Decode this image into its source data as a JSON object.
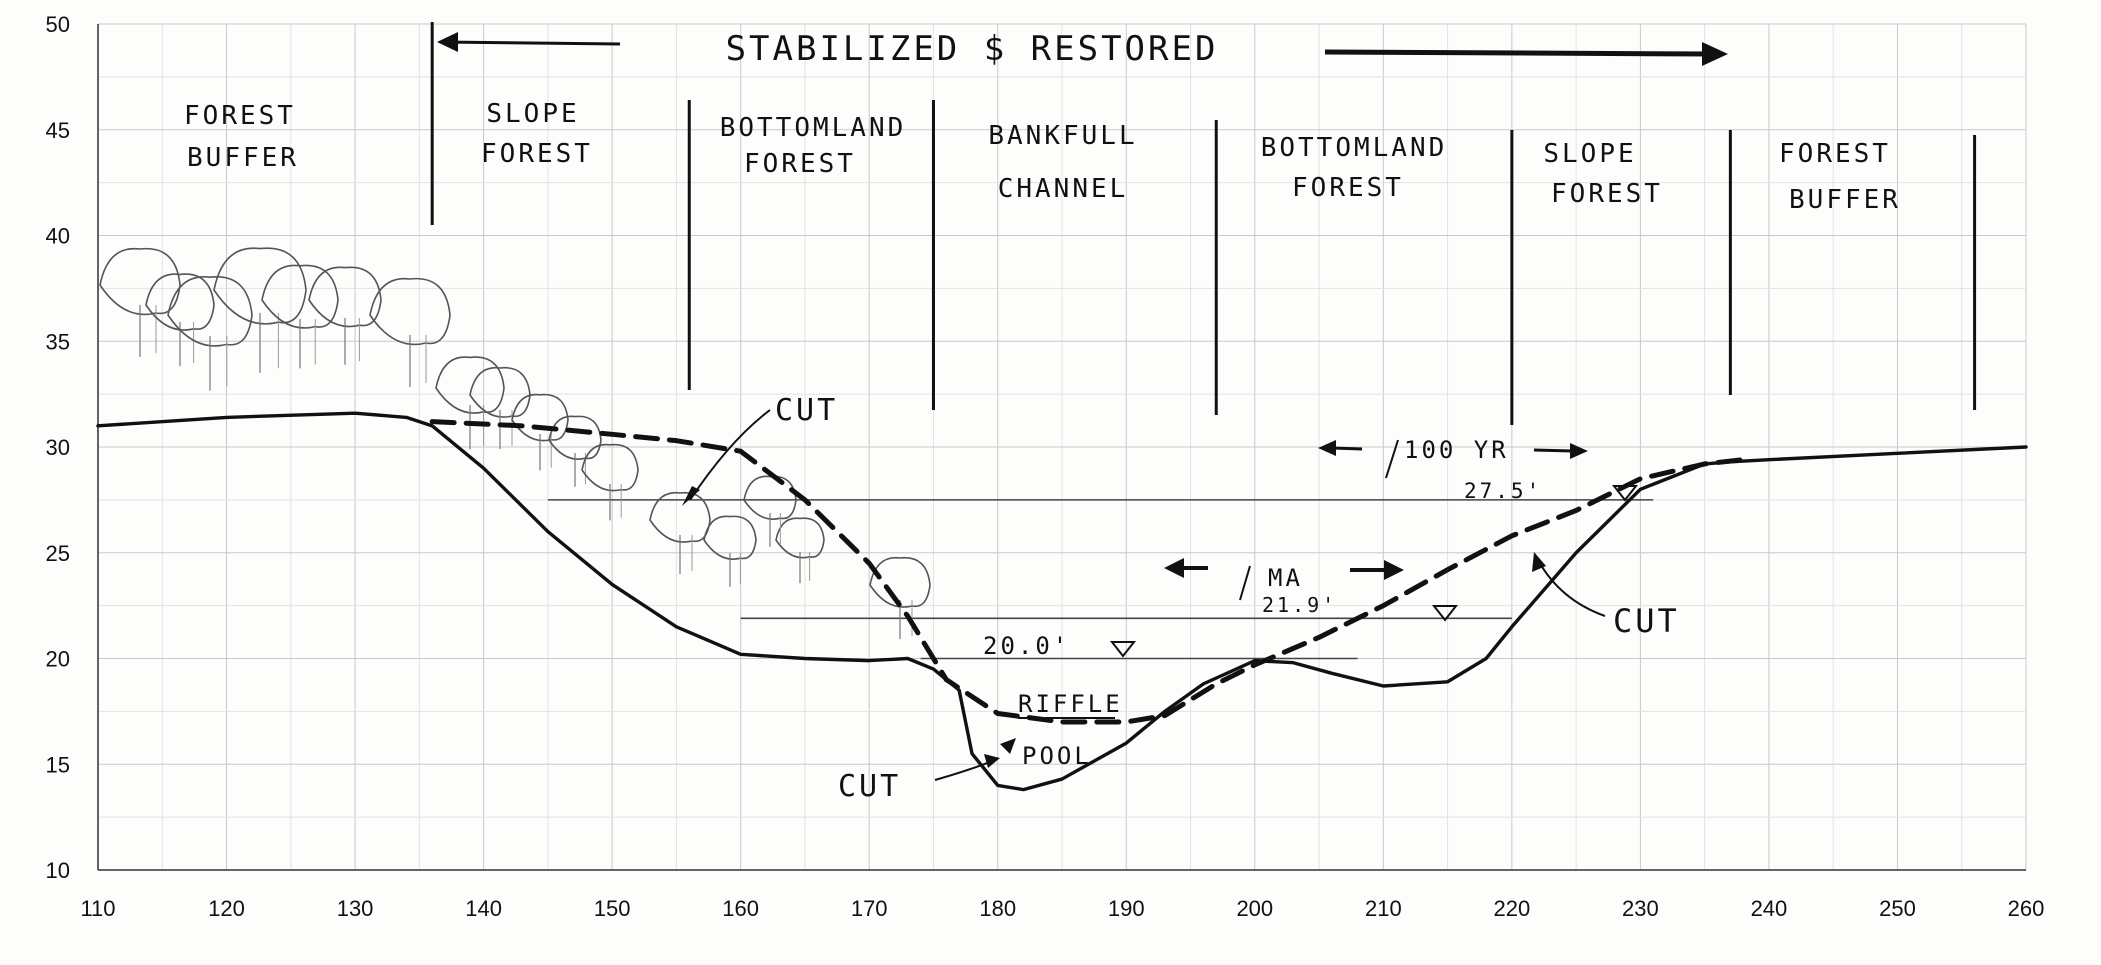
{
  "figure": {
    "title_banner": "STABILIZED $ RESTORED",
    "x_ticks": [
      "110",
      "120",
      "130",
      "140",
      "150",
      "160",
      "170",
      "180",
      "190",
      "200",
      "210",
      "220",
      "230",
      "240",
      "250",
      "260"
    ],
    "y_ticks": [
      "10",
      "15",
      "20",
      "25",
      "30",
      "35",
      "40",
      "45",
      "50"
    ],
    "zones": [
      {
        "line1": "FOREST",
        "line2": "BUFFER"
      },
      {
        "line1": "SLOPE",
        "line2": "FOREST"
      },
      {
        "line1": "BOTTOMLAND",
        "line2": "FOREST"
      },
      {
        "line1": "BANKFULL",
        "line2": "CHANNEL"
      },
      {
        "line1": "BOTTOMLAND",
        "line2": "FOREST"
      },
      {
        "line1": "SLOPE",
        "line2": "FOREST"
      },
      {
        "line1": "FOREST",
        "line2": "BUFFER"
      }
    ],
    "annotations": {
      "cut_upper_left": "CUT",
      "cut_lower_left": "CUT",
      "cut_right": "CUT",
      "riffle": "RIFFLE",
      "pool": "POOL",
      "wl_20": "20.0'",
      "wl_ma": "MA",
      "wl_ma_value": "21.9'",
      "wl_100yr": "100 YR",
      "wl_100yr_value": "27.5'"
    }
  },
  "chart_data": {
    "type": "line",
    "xlim": [
      110,
      260
    ],
    "ylim": [
      10,
      50
    ],
    "grid": true,
    "series": [
      {
        "role": "proposed-ground",
        "x": [
          110,
          120,
          130,
          134,
          136,
          140,
          145,
          150,
          155,
          160,
          165,
          170,
          173,
          175,
          177,
          178,
          180,
          182,
          185,
          190,
          193,
          196,
          200,
          203,
          206,
          210,
          215,
          218,
          220,
          225,
          230,
          235,
          237,
          240,
          250,
          260
        ],
        "y": [
          31.0,
          31.4,
          31.6,
          31.4,
          31.0,
          29.0,
          26.0,
          23.5,
          21.5,
          20.2,
          20.0,
          19.9,
          20.0,
          19.5,
          18.5,
          15.5,
          14.0,
          13.8,
          14.3,
          16.0,
          17.5,
          18.8,
          19.9,
          19.8,
          19.3,
          18.7,
          18.9,
          20.0,
          21.5,
          25.0,
          28.0,
          29.2,
          29.3,
          29.4,
          29.7,
          30.0
        ]
      },
      {
        "role": "existing-ground",
        "x": [
          136,
          143,
          150,
          155,
          160,
          165,
          170,
          173,
          176,
          180,
          185,
          190,
          193,
          197,
          200,
          205,
          210,
          215,
          220,
          225,
          230,
          235,
          238
        ],
        "y": [
          31.2,
          31.0,
          30.6,
          30.3,
          29.8,
          27.5,
          24.5,
          22.0,
          19.0,
          17.4,
          17.0,
          17.0,
          17.3,
          18.8,
          19.7,
          21.0,
          22.5,
          24.2,
          25.8,
          27.0,
          28.5,
          29.2,
          29.4
        ]
      }
    ],
    "water_levels": [
      {
        "elevation": 20.0,
        "x_range": [
          174,
          208
        ]
      },
      {
        "elevation": 21.9,
        "x_range": [
          160,
          220
        ]
      },
      {
        "elevation": 27.5,
        "x_range": [
          145,
          231
        ]
      }
    ],
    "zone_boundaries_x": [
      136,
      156,
      175,
      197,
      220,
      237,
      256
    ]
  }
}
